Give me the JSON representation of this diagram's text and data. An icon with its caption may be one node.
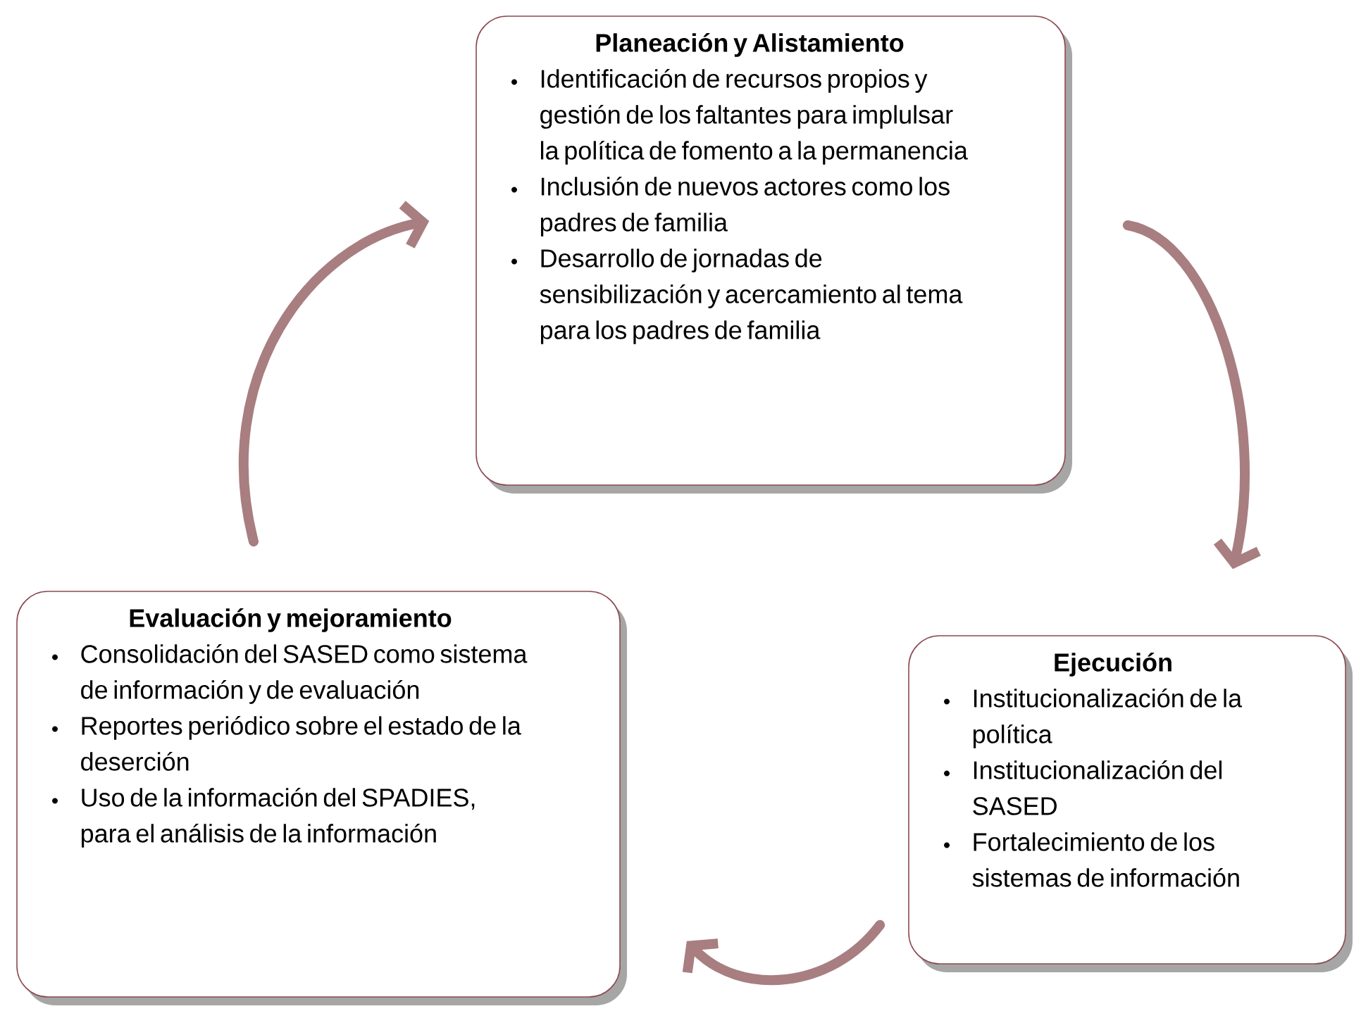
{
  "diagram": {
    "nodes": [
      {
        "text": [
          "Planeación y Alistamiento",
          "Identificación de recursos propios y gestión de los faltantes para implulsar la política de fomento a la permanencia",
          "Inclusión de nuevos actores como los padres de familia",
          "Desarrollo de jornadas de sensibilización y acercamiento al tema para los padres de familia"
        ]
      },
      {
        "text": [
          "Ejecución",
          "Institucionalización de la política",
          "Institucionalización del SASED",
          "Fortalecimiento de los sistemas de información"
        ]
      },
      {
        "text": [
          "Evaluación y mejoramiento",
          "Consolidación del SASED como sistema de información y de evaluación",
          "Reportes periódico sobre el estado de la deserción",
          "Uso  de la información del SPADIES, para el análisis de la información"
        ]
      }
    ],
    "edges": [
      {
        "from": 0,
        "to": 1,
        "arrow": "to"
      },
      {
        "from": 1,
        "to": 2,
        "arrow": "to"
      },
      {
        "from": 2,
        "to": 0,
        "arrow": "to"
      }
    ]
  }
}
